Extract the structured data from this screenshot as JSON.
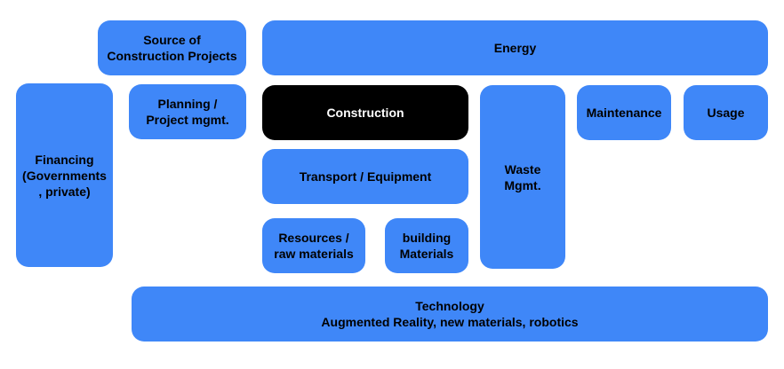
{
  "boxes": {
    "source": "Source of\nConstruction Projects",
    "energy": "Energy",
    "financing": "Financing\n(Governments\n, private)",
    "planning": "Planning /\nProject mgmt.",
    "construction": "Construction",
    "waste": "Waste\nMgmt.",
    "maintenance": "Maintenance",
    "usage": "Usage",
    "transport": "Transport / Equipment",
    "resources": "Resources /\nraw materials",
    "building_materials": "building\nMaterials",
    "technology": "Technology\nAugmented Reality, new materials, robotics"
  },
  "colors": {
    "box": "#3f87f8",
    "highlight": "#000000"
  }
}
